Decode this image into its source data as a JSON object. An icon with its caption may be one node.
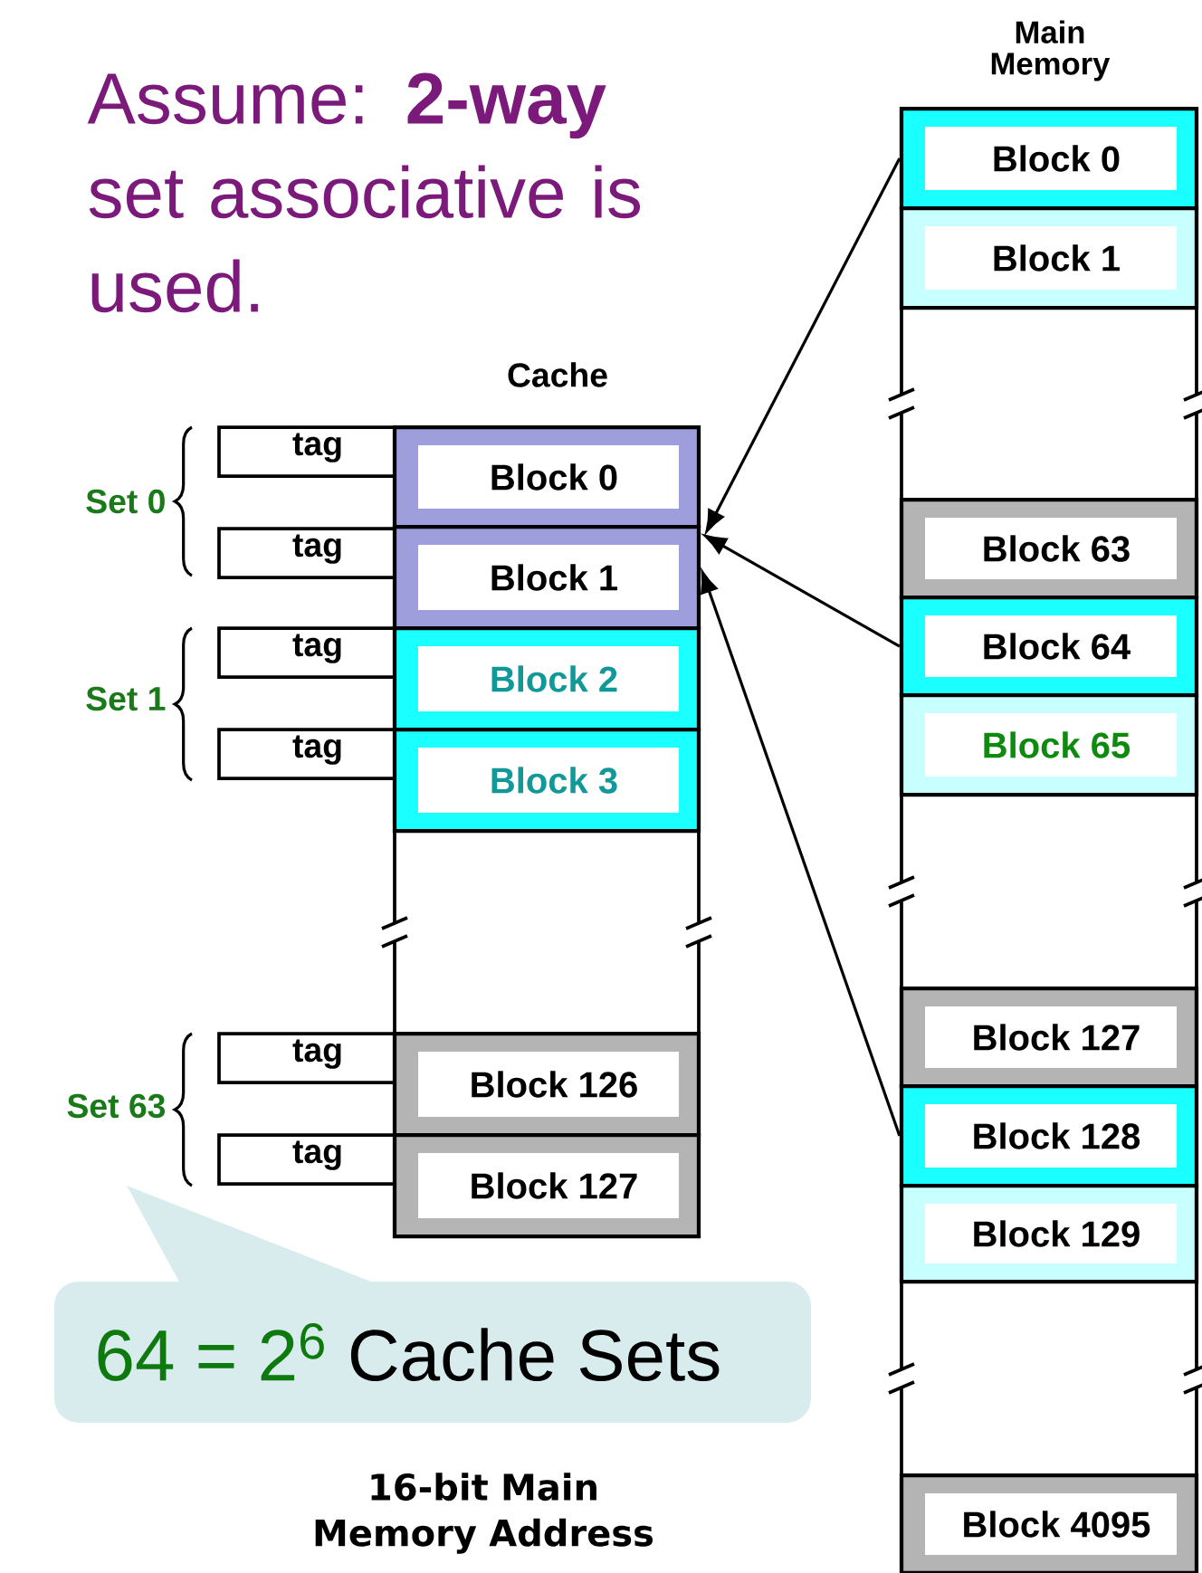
{
  "diagram": {
    "title": "Assume: **2-way** set associative is used.",
    "nodes": [
      {
        "text": [
          "tag"
        ]
      },
      {
        "text": [
          "Block 0"
        ]
      },
      {
        "text": [
          "tag"
        ]
      },
      {
        "text": [
          "Block 1"
        ]
      },
      {
        "text": [
          "tag"
        ]
      },
      {
        "text": [
          "Block 2"
        ]
      },
      {
        "text": [
          "tag"
        ]
      },
      {
        "text": [
          "Block 3"
        ]
      },
      {
        "text": [
          "tag"
        ]
      },
      {
        "text": [
          "Block 126"
        ]
      },
      {
        "text": [
          "tag"
        ]
      },
      {
        "text": [
          "Block 127"
        ]
      },
      {
        "text": [
          "Block 0"
        ]
      },
      {
        "text": [
          "Block 1"
        ]
      },
      {
        "text": [
          "Block 63"
        ]
      },
      {
        "text": [
          "Block 64"
        ]
      },
      {
        "text": [
          "Block 65"
        ]
      },
      {
        "text": [
          "Block 127"
        ]
      },
      {
        "text": [
          "Block 128"
        ]
      },
      {
        "text": [
          "Block 129"
        ]
      },
      {
        "text": [
          "Block 4095"
        ]
      },
      {
        "text": [
          "64 = 2$^{6}$",
          "Cache Sets"
        ]
      }
    ],
    "edges": [
      {
        "from": 12,
        "to": 1,
        "arrow": "to"
      },
      {
        "from": 15,
        "to": 3,
        "arrow": "to"
      },
      {
        "from": 18,
        "to": 3,
        "arrow": "to"
      }
    ],
    "labels": [
      "Main Memory",
      "Cache",
      "Set 0",
      "Set 1",
      "Set 63",
      "16-bit Main Memory Address"
    ]
  }
}
